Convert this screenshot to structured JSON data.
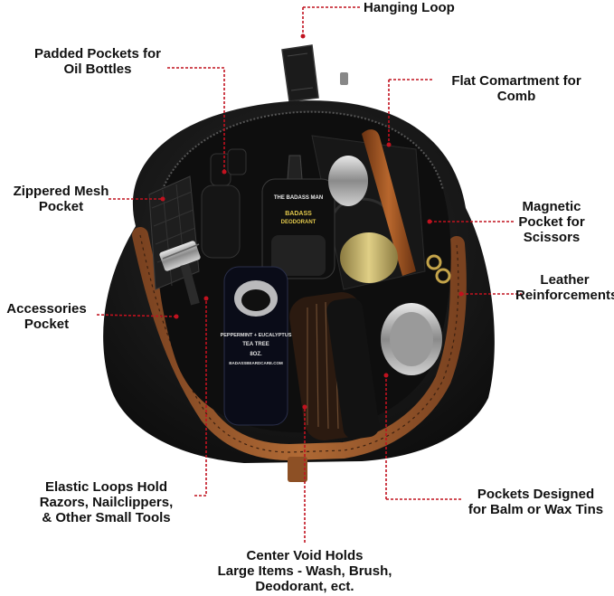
{
  "image": {
    "colors": {
      "background": "#ffffff",
      "bag_canvas": "#141414",
      "leather_trim": "#9a5a2b",
      "callout_line": "#c1121f",
      "label_text": "#111111"
    }
  },
  "labels": {
    "hanging_loop": [
      "Hanging Loop"
    ],
    "padded_pockets": [
      "Padded Pockets for",
      "Oil Bottles"
    ],
    "flat_compartment": [
      "Flat Comartment for",
      "Comb"
    ],
    "zippered_mesh": [
      "Zippered Mesh",
      "Pocket"
    ],
    "magnetic_pocket": [
      "Magnetic",
      "Pocket for",
      "Scissors"
    ],
    "accessories_pocket": [
      "Accessories",
      "Pocket"
    ],
    "leather_reinforcements": [
      "Leather",
      "Reinforcements"
    ],
    "elastic_loops": [
      "Elastic Loops Hold",
      "Razors, Nailclippers,",
      "& Other Small Tools"
    ],
    "pockets_balm": [
      "Pockets Designed",
      "for Balm or Wax Tins"
    ],
    "center_void": [
      "Center Void Holds",
      "Large Items - Wash, Brush,",
      "Deodorant, ect."
    ]
  },
  "products": {
    "deodorant_label": [
      "THE BADASS MAN",
      "BADASS",
      "DEODORANT"
    ],
    "oil_label": [
      "PEPPERMINT + EUCALYPTUS",
      "TEA TREE",
      "8OZ.",
      "BADASSBEARDCARE.COM"
    ]
  }
}
